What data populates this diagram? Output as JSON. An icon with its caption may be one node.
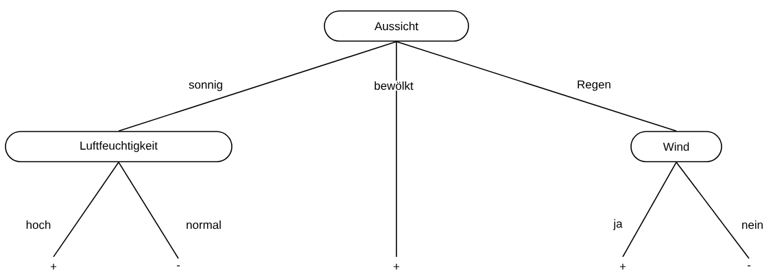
{
  "diagram": {
    "nodes": [
      {
        "text": [
          "Aussicht"
        ]
      },
      {
        "text": [
          "Luftfeuchtigkeit"
        ]
      },
      {
        "text": [
          "Wind"
        ]
      },
      {
        "text": [
          "+"
        ]
      },
      {
        "text": [
          "-"
        ]
      },
      {
        "text": [
          "+"
        ]
      },
      {
        "text": [
          "+"
        ]
      },
      {
        "text": [
          "-"
        ]
      }
    ],
    "edges": [
      {
        "from": 0,
        "to": 1,
        "arrow": "none",
        "label": "sonnig"
      },
      {
        "from": 0,
        "to": 5,
        "arrow": "none",
        "label": "bewölkt"
      },
      {
        "from": 0,
        "to": 2,
        "arrow": "none",
        "label": "Regen"
      },
      {
        "from": 1,
        "to": 3,
        "arrow": "none",
        "label": "hoch"
      },
      {
        "from": 1,
        "to": 4,
        "arrow": "none",
        "label": "normal"
      },
      {
        "from": 2,
        "to": 6,
        "arrow": "none",
        "label": "ja"
      },
      {
        "from": 2,
        "to": 7,
        "arrow": "none",
        "label": "nein"
      }
    ]
  }
}
